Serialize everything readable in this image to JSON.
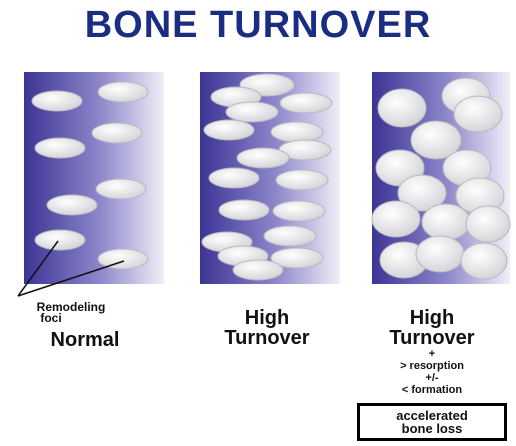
{
  "title": "BONE TURNOVER",
  "labels": {
    "remodeling": "Remodeling",
    "foci": "foci",
    "normal": "Normal",
    "high1_line1": "High",
    "high1_line2": "Turnover",
    "high2_line1": "High",
    "high2_line2": "Turnover",
    "plus": "+",
    "resorption": "> resorption",
    "plus_minus": "+/-",
    "formation": "< formation",
    "box_line1": "accelerated",
    "box_line2": "bone loss"
  },
  "colors": {
    "title": "#1b2d82",
    "panel_dark": "#3b3494",
    "panel_light": "#e9e7f6",
    "ellipse": "#e4e4e4"
  }
}
